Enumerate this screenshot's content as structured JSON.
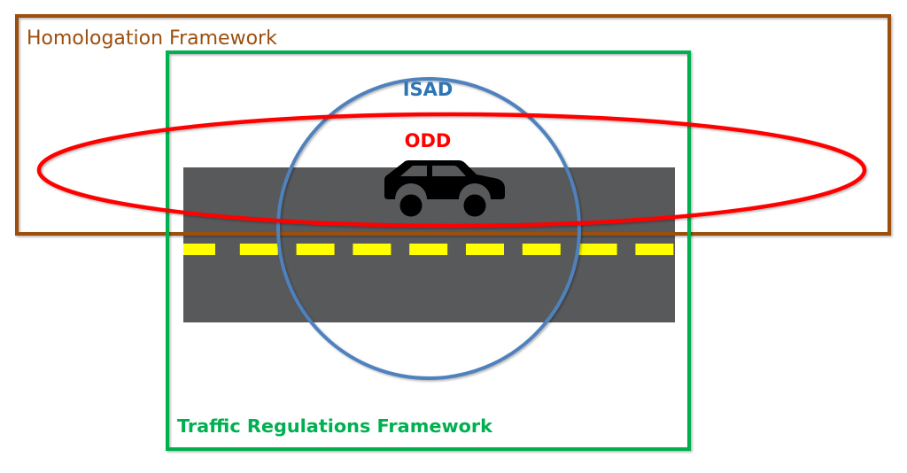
{
  "labels": {
    "homologation": "Homologation Framework",
    "traffic": "Traffic Regulations Framework",
    "isad": "ISAD",
    "odd": "ODD"
  },
  "colors": {
    "homologation": "#9c4f0e",
    "traffic": "#00b050",
    "isad": "#4f81bd",
    "isad_text": "#2e75b6",
    "odd": "#ff0000",
    "road": "#58595b",
    "lane_marking": "#ffff00",
    "car": "#000000"
  },
  "icons": {
    "vehicle": "car-icon"
  },
  "road": {
    "lane_dash_count": 9
  }
}
